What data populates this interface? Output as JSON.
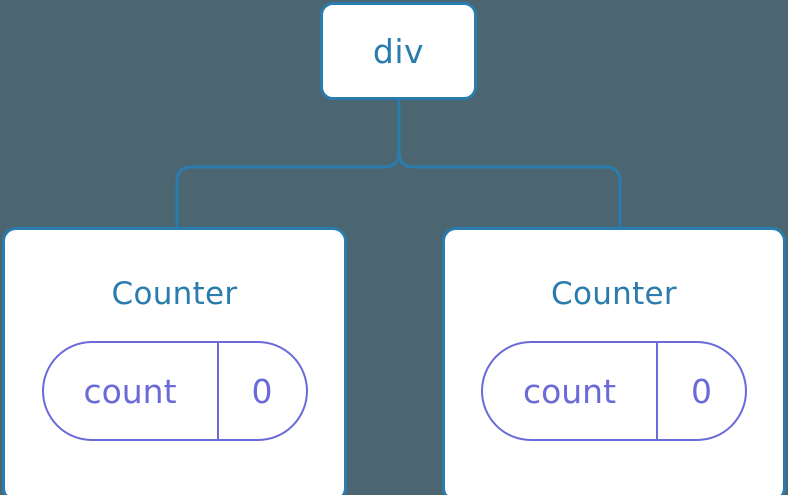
{
  "diagram": {
    "type": "component-tree",
    "background_color": "#4b6671",
    "node_border_color": "#2b7cae",
    "node_text_color": "#2b7cae",
    "state_color": "#6a6ad8",
    "connector_color": "#2b7cae"
  },
  "root": {
    "label": "div"
  },
  "children": [
    {
      "title": "Counter",
      "state": {
        "key": "count",
        "value": "0"
      }
    },
    {
      "title": "Counter",
      "state": {
        "key": "count",
        "value": "0"
      }
    }
  ]
}
